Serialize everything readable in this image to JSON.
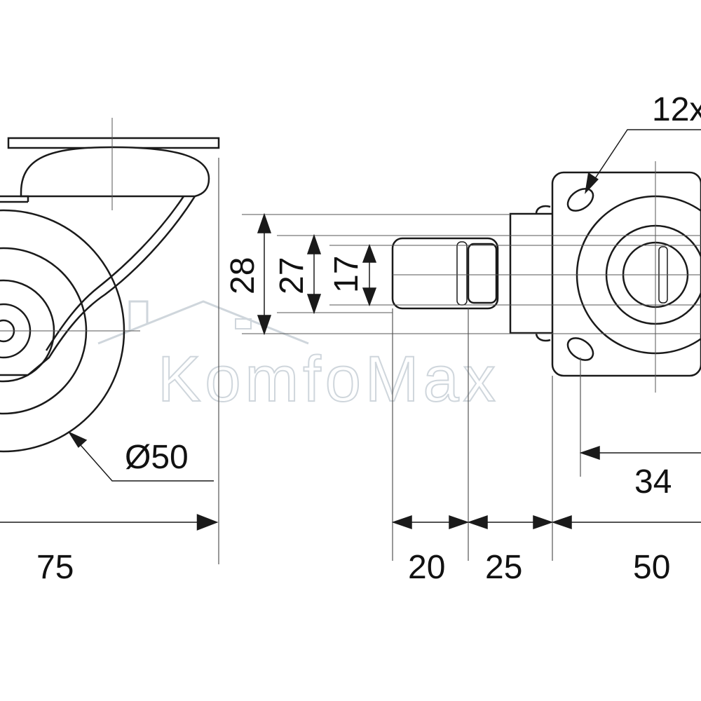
{
  "watermark": {
    "brand": "KomfoMax"
  },
  "dimensions": {
    "overall_length": "75",
    "wheel_diameter": "Ø50",
    "height_28": "28",
    "height_27": "27",
    "height_17": "17",
    "width_20": "20",
    "width_25": "25",
    "plate_50": "50",
    "hole_spacing_34": "34",
    "hole_callout": "12x"
  },
  "colors": {
    "line": "#1a1a1a",
    "thin": "#555555",
    "watermark": "#cfd6dc"
  }
}
